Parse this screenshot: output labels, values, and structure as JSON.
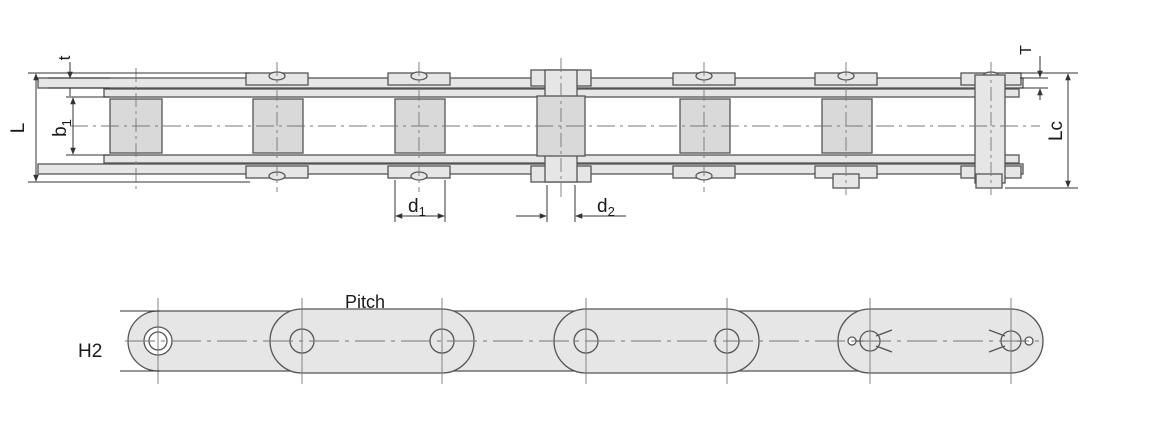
{
  "colors": {
    "background": "#ffffff",
    "part_fill": "#e6e6e6",
    "roller_fill": "#d9d9d9",
    "outline": "#555555",
    "dim_line": "#333333",
    "center_line": "#777777",
    "text": "#1a1a1a"
  },
  "labels": {
    "t": "t",
    "L": "L",
    "b1": "b",
    "b1_sub": "1",
    "d1": "d",
    "d1_sub": "1",
    "d2": "d",
    "d2_sub": "2",
    "T": "T",
    "Lc": "Lc",
    "pitch": "Pitch",
    "H2": "H2"
  },
  "icons": {
    "top_view": "chain-top-view",
    "side_view": "chain-side-view"
  }
}
